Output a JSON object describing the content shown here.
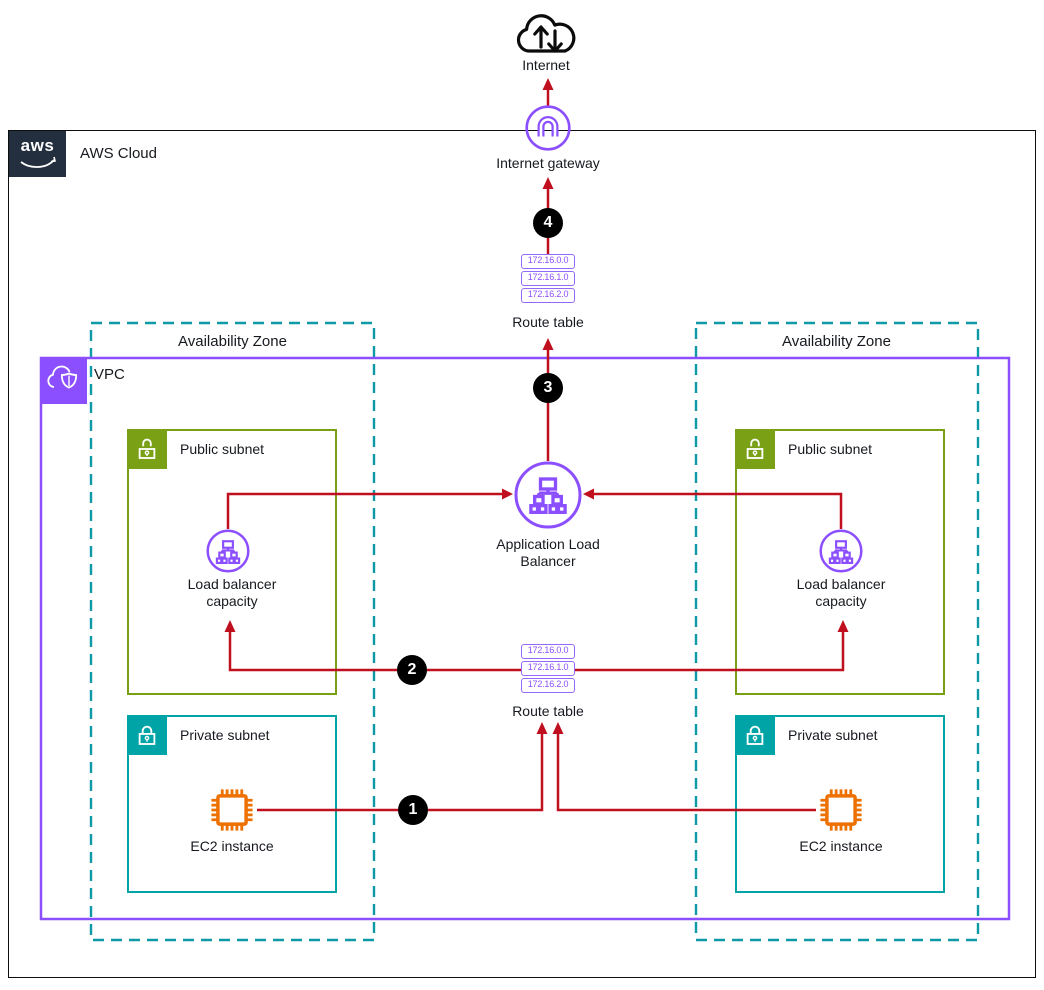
{
  "colors": {
    "red": "#C00F1E",
    "purple": "#8C4FFF",
    "purple-light": "#9469FA",
    "green": "#7AA116",
    "teal": "#00A4A6",
    "az-teal": "#0D99A6",
    "navy": "#232F3E",
    "orange": "#ED7100",
    "ink": "#16191F"
  },
  "internet": {
    "label": "Internet"
  },
  "internet_gateway": {
    "label": "Internet gateway"
  },
  "aws_cloud": {
    "logo": "aws",
    "label": "AWS Cloud"
  },
  "vpc": {
    "label": "VPC"
  },
  "route_table_top": {
    "rows": [
      "172.16.0.0",
      "172.16.1.0",
      "172.16.2.0"
    ],
    "label": "Route table"
  },
  "route_table_mid": {
    "rows": [
      "172.16.0.0",
      "172.16.1.0",
      "172.16.2.0"
    ],
    "label": "Route table"
  },
  "alb": {
    "label": "Application Load Balancer"
  },
  "badges": {
    "one": "1",
    "two": "2",
    "three": "3",
    "four": "4"
  },
  "left_zone": {
    "label": "Availability Zone",
    "public_subnet": {
      "label": "Public subnet"
    },
    "lb_capacity": {
      "label": "Load balancer capacity"
    },
    "private_subnet": {
      "label": "Private subnet"
    },
    "ec2": {
      "label": "EC2 instance"
    }
  },
  "right_zone": {
    "label": "Availability Zone",
    "public_subnet": {
      "label": "Public subnet"
    },
    "lb_capacity": {
      "label": "Load balancer capacity"
    },
    "private_subnet": {
      "label": "Private subnet"
    },
    "ec2": {
      "label": "EC2 instance"
    }
  }
}
